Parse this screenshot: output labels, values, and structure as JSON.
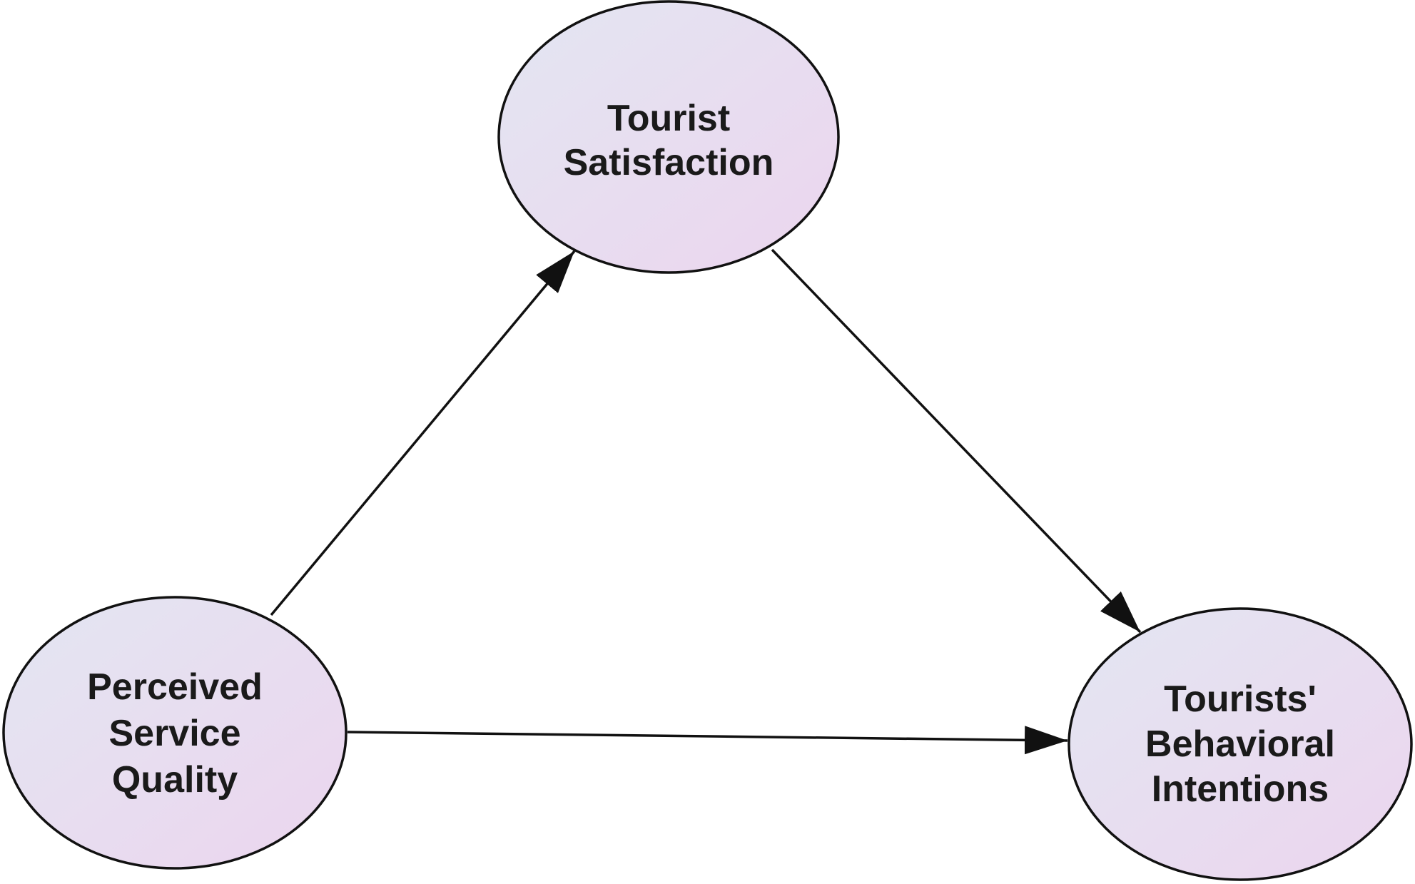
{
  "nodes": {
    "satisfaction": {
      "lines": [
        "Tourist",
        "Satisfaction"
      ]
    },
    "service_quality": {
      "lines": [
        "Perceived",
        "Service",
        "Quality"
      ]
    },
    "behavioral_intentions": {
      "lines": [
        "Tourists'",
        "Behavioral",
        "Intentions"
      ]
    }
  },
  "edges": [
    {
      "from": "service_quality",
      "to": "satisfaction"
    },
    {
      "from": "satisfaction",
      "to": "behavioral_intentions"
    },
    {
      "from": "service_quality",
      "to": "behavioral_intentions"
    }
  ],
  "colors": {
    "node_fill_start": "#e3e6f2",
    "node_fill_end": "#ecd5ee",
    "stroke": "#111111",
    "text": "#1a1a1a"
  }
}
